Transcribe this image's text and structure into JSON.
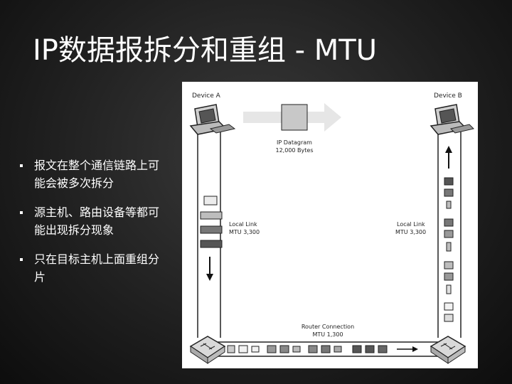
{
  "slide": {
    "title": "IP数据报拆分和重组 - MTU",
    "bullets": [
      "报文在整个通信链路上可能会被多次拆分",
      "源主机、路由设备等都可能出现拆分现象",
      "只在目标主机上面重组分片"
    ]
  },
  "diagram": {
    "device_a": "Device A",
    "device_b": "Device B",
    "datagram_label": "IP Datagram",
    "datagram_size": "12,000 Bytes",
    "left_link_label": "Local Link",
    "left_link_mtu": "MTU 3,300",
    "right_link_label": "Local Link",
    "right_link_mtu": "MTU 3,300",
    "router_label": "Router Connection",
    "router_mtu": "MTU 1,300",
    "colors": {
      "background": "#1e1e1e",
      "text": "#ffffff",
      "packet_dark": "#555555",
      "packet_mid": "#888888",
      "packet_light": "#e8e8e8"
    }
  }
}
